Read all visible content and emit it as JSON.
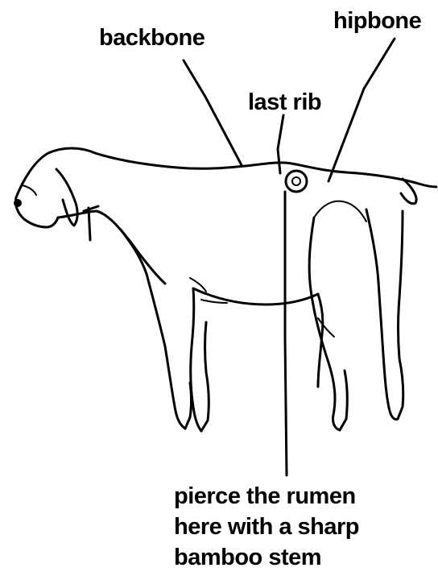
{
  "labels": {
    "backbone": "backbone",
    "hipbone": "hipbone",
    "last_rib": "last rib",
    "instruction_lines": [
      "pierce the rumen",
      "here with a sharp",
      "bamboo stem"
    ]
  },
  "colors": {
    "ink": "#000000",
    "background": "#ffffff"
  }
}
